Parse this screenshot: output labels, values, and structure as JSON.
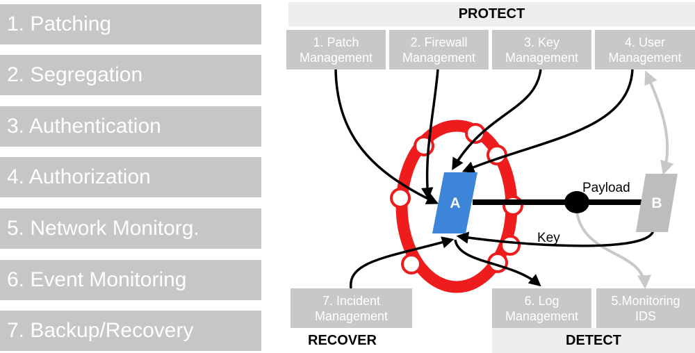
{
  "steps": [
    "1. Patching",
    "2. Segregation",
    "3. Authentication",
    "4. Authorization",
    "5. Network Monitorg.",
    "6. Event Monitoring",
    "7. Backup/Recovery"
  ],
  "sections": {
    "protect": "PROTECT",
    "recover": "RECOVER",
    "detect": "DETECT"
  },
  "boxes": {
    "patch": "1. Patch\nManagement",
    "firewall": "2. Firewall\nManagement",
    "key": "3. Key\nManagement",
    "user": "4. User\nManagement",
    "incident": "7. Incident\nManagement",
    "log": "6. Log\nManagement",
    "monitoring": "5.Monitoring\nIDS"
  },
  "nodes": {
    "a": "A",
    "b": "B"
  },
  "links": {
    "payload": "Payload",
    "key": "Key"
  },
  "colors": {
    "ring": "#ee1c1c",
    "node_a": "#3d85d8",
    "node_b": "#bdbdbd",
    "box_fill": "#c8c8c8",
    "bar_fill": "#eeeeee"
  }
}
